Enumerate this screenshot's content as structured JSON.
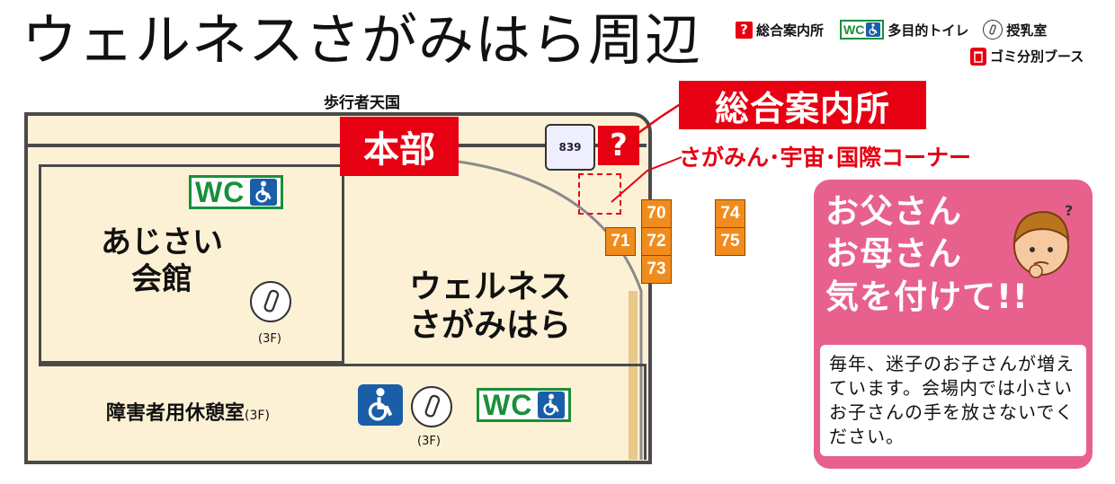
{
  "title": "ウェルネスさがみはら周辺",
  "legend": {
    "info_mark": "?",
    "info_label": "総合案内所",
    "wc_mark": "WC",
    "wc_label": "多目的トイレ",
    "nursing_label": "授乳室",
    "trash_label": "ゴミ分別ブース"
  },
  "map": {
    "pedestrian_label": "歩行者天国",
    "honbu_label": "本部",
    "info_mark": "?",
    "logo_text": "839",
    "info_big_label": "総合案内所",
    "corner_label": "さがみん･宇宙･国際コーナー",
    "ajisai_line1": "あじさい",
    "ajisai_line2": "会館",
    "wellness_line1": "ウェルネス",
    "wellness_line2": "さがみはら",
    "shogai_label": "障害者用休憩室",
    "shogai_floor": "(3F)",
    "wc_text": "WC",
    "floor_ajisai": "(3F)",
    "floor_bottom": "(3F)",
    "booths": [
      "70",
      "71",
      "72",
      "73",
      "74",
      "75"
    ]
  },
  "card": {
    "head_line1": "お父さん",
    "head_line2": "お母さん",
    "head_line3": "気を付けて!!",
    "body": "毎年、迷子のお子さんが増えています。会場内では小さいお子さんの手を放さないでください。"
  },
  "colors": {
    "red": "#e60012",
    "green": "#1a8f3a",
    "blue": "#1a5ea8",
    "orange": "#f08c1e",
    "pink": "#e8618c",
    "building": "#fdf1d5"
  }
}
